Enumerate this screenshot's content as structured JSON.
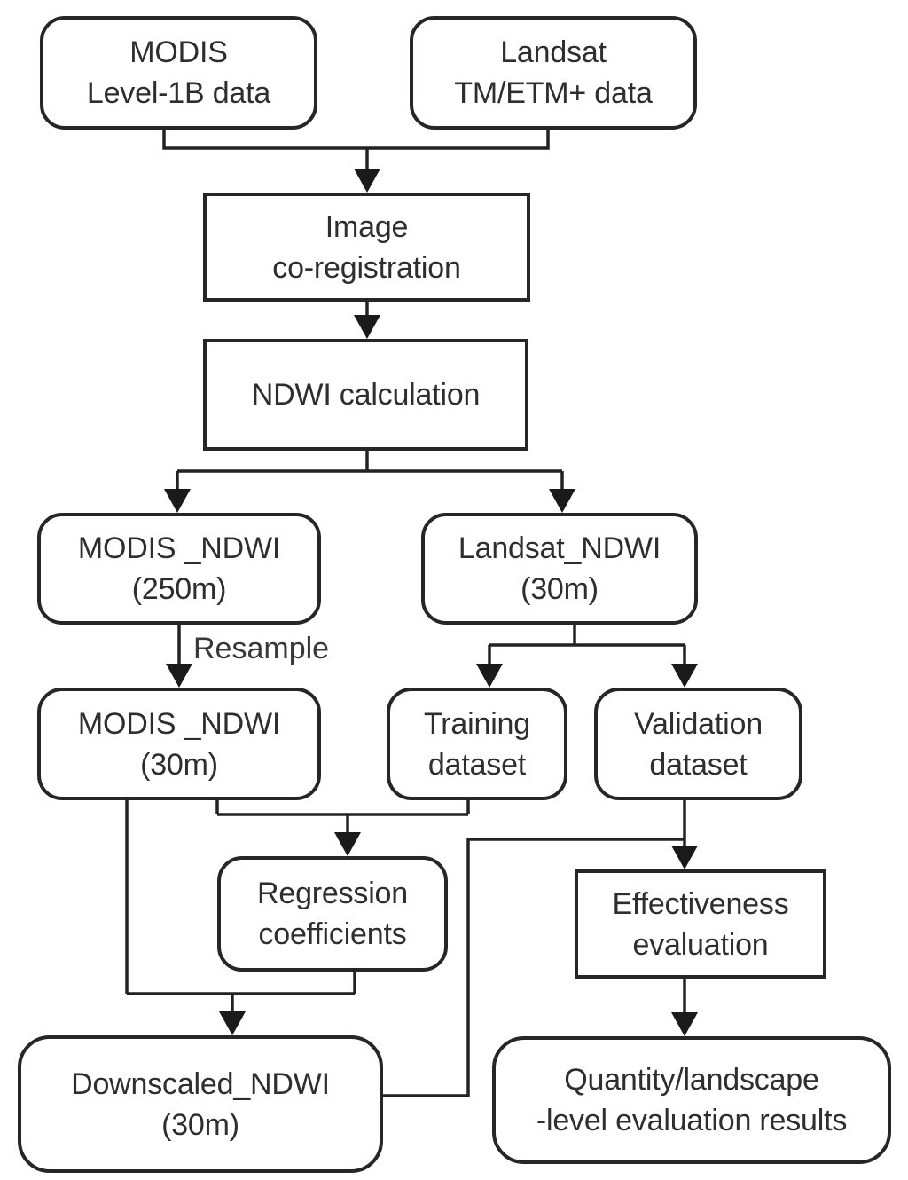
{
  "figure": {
    "type": "flowchart",
    "background_color": "#ffffff",
    "line_color": "#222222",
    "box_fill_color": "#ffffff",
    "text_color": "#2e2e2e"
  },
  "nodes": {
    "modis_l1b": {
      "line1": "MODIS",
      "line2": "Level-1B data",
      "shape": "rounded"
    },
    "landsat_tm": {
      "line1": "Landsat",
      "line2": "TM/ETM+ data",
      "shape": "rounded"
    },
    "image_coreg": {
      "line1": "Image",
      "line2": "co-registration",
      "shape": "rectangle"
    },
    "ndwi_calc": {
      "line1": "NDWI calculation",
      "shape": "rectangle"
    },
    "modis_ndwi_250m": {
      "line1": "MODIS _NDWI",
      "line2": "(250m)",
      "shape": "rounded"
    },
    "landsat_ndwi_30m": {
      "line1": "Landsat_NDWI",
      "line2": "(30m)",
      "shape": "rounded"
    },
    "modis_ndwi_30m": {
      "line1": "MODIS _NDWI",
      "line2": "(30m)",
      "shape": "rounded"
    },
    "training": {
      "line1": "Training",
      "line2": "dataset",
      "shape": "rounded"
    },
    "validation": {
      "line1": "Validation",
      "line2": "dataset",
      "shape": "rounded"
    },
    "regression": {
      "line1": "Regression",
      "line2": "coefficients",
      "shape": "rounded"
    },
    "effectiveness": {
      "line1": "Effectiveness",
      "line2": "evaluation",
      "shape": "rectangle"
    },
    "downscaled": {
      "line1": "Downscaled_NDWI",
      "line2": "(30m)",
      "shape": "rounded"
    },
    "results": {
      "line1": "Quantity/landscape",
      "line2": "-level evaluation results",
      "shape": "rounded"
    }
  },
  "edge_labels": {
    "resample": "Resample"
  }
}
